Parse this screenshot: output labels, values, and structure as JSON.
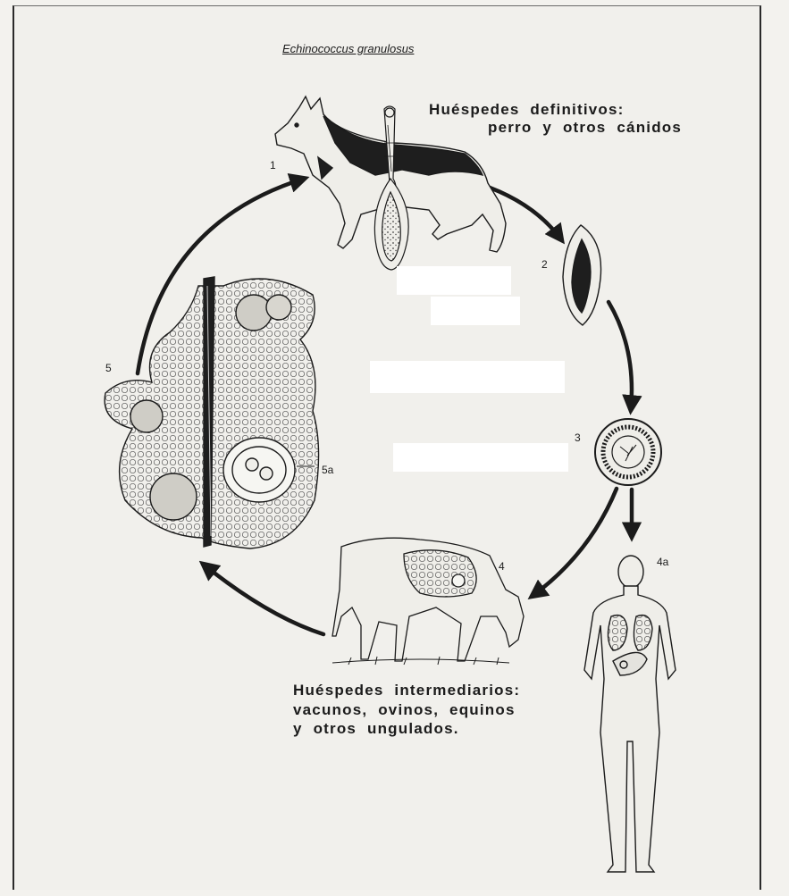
{
  "title": "Echinococcus granulosus",
  "definitive_hosts": {
    "line1": "Huéspedes definitivos:",
    "line2": "perro y otros cánidos"
  },
  "intermediate_hosts": {
    "line1": "Huéspedes intermediarios:",
    "line2": "vacunos, ovinos, equinos",
    "line3": "y otros ungulados."
  },
  "stage_labels": {
    "s1": "1",
    "s2": "2",
    "s3": "3",
    "s4": "4",
    "s4a": "4a",
    "s5": "5",
    "s5a": "5a"
  },
  "illustrations": [
    "dog",
    "adult-tapeworm",
    "proglottid",
    "egg",
    "cow",
    "human",
    "liver-with-cysts"
  ],
  "colors": {
    "ink": "#1b1b1b",
    "paper": "#f1f0ec"
  }
}
